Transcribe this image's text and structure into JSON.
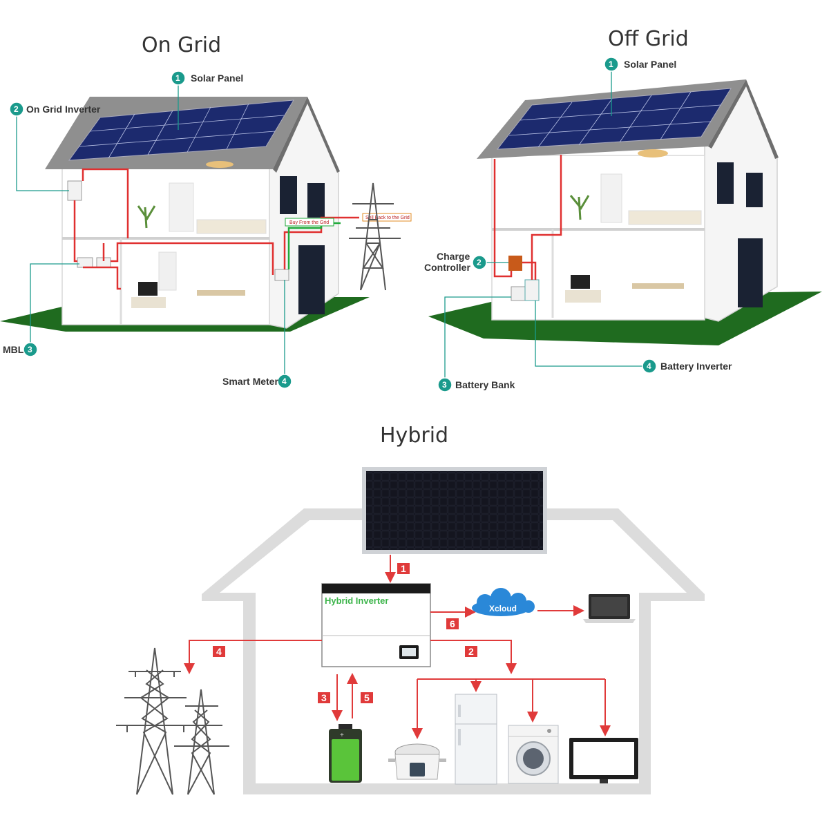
{
  "titles": {
    "on_grid": "On Grid",
    "off_grid": "Off Grid",
    "hybrid": "Hybrid"
  },
  "on_grid": {
    "callouts": [
      {
        "num": "1",
        "label": "Solar Panel"
      },
      {
        "num": "2",
        "label": "On Grid Inverter"
      },
      {
        "num": "3",
        "label": "MBL"
      },
      {
        "num": "4",
        "label": "Smart Meter"
      }
    ],
    "flow_tags": {
      "buy": "Buy From the Grid",
      "sell": "Sell Back to the Grid"
    }
  },
  "off_grid": {
    "callouts": [
      {
        "num": "1",
        "label": "Solar Panel"
      },
      {
        "num": "2",
        "label_line1": "Charge",
        "label_line2": "Controller"
      },
      {
        "num": "3",
        "label": "Battery Bank"
      },
      {
        "num": "4",
        "label": "Battery Inverter"
      }
    ]
  },
  "hybrid": {
    "inverter_label": "Hybrid Inverter",
    "cloud_label": "Xcloud",
    "flows": [
      "1",
      "2",
      "3",
      "4",
      "5",
      "6"
    ]
  },
  "colors": {
    "teal": "#1a9a8c",
    "red": "#e03030",
    "grass": "#1f6b1f",
    "panel": "#1c2a6e"
  }
}
